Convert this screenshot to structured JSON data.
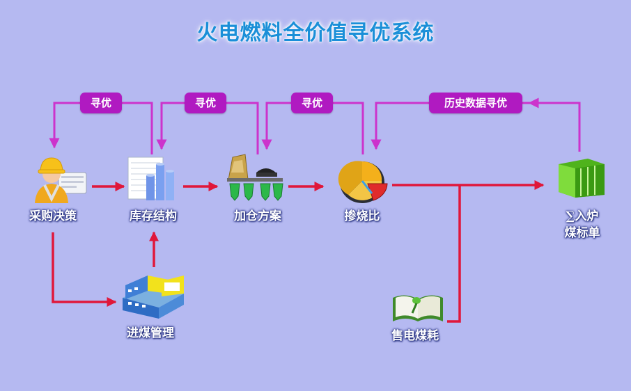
{
  "title": "火电燃料全价值寻优系统",
  "optimize_pills": [
    "寻优",
    "寻优",
    "寻优",
    "历史数据寻优"
  ],
  "nodes": {
    "procurement": "采购决策",
    "inventory": "库存结构",
    "blending_plan": "加仓方案",
    "mix_ratio": "掺烧比",
    "entry_coal_line1": "∑入炉",
    "entry_coal_line2": "煤标单",
    "coal_intake": "进煤管理",
    "power_sales": "售电煤耗"
  },
  "colors": {
    "background": "#b5b9f1",
    "feedback_arrow": "#cc33cc",
    "flow_arrow": "#e0173a",
    "pill": "#b01ac1",
    "title": "#1a8fd8"
  },
  "icons": [
    "worker-icon",
    "inventory-chart-icon",
    "bin-loading-icon",
    "pie-chart-icon",
    "coal-books-icon",
    "warehouse-icon",
    "open-book-icon"
  ]
}
